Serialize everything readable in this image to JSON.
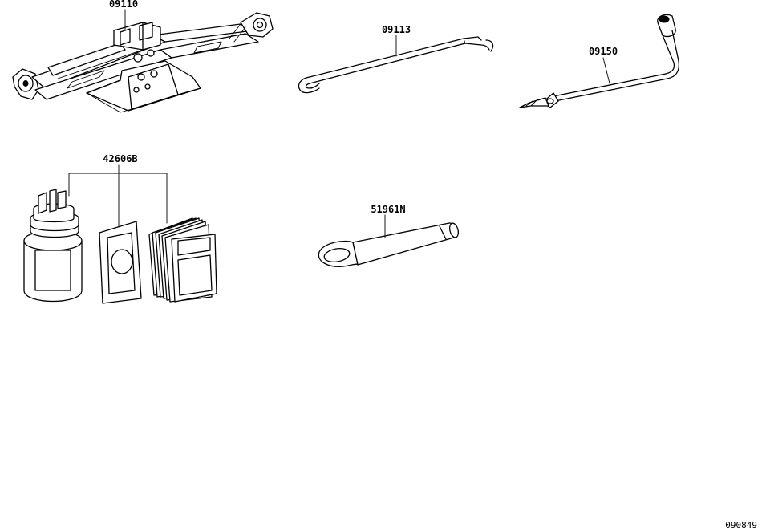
{
  "parts": [
    {
      "part_number": "09110",
      "icon": "scissor-jack-icon"
    },
    {
      "part_number": "09113",
      "icon": "jack-handle-rod-icon"
    },
    {
      "part_number": "09150",
      "icon": "lug-wrench-icon"
    },
    {
      "part_number": "42606B",
      "icon": "tire-repair-kit-icon"
    },
    {
      "part_number": "51961N",
      "icon": "tow-eye-hook-icon"
    }
  ],
  "diagram_ref": "090849",
  "colors": {
    "line": "#000000",
    "background": "#ffffff"
  }
}
